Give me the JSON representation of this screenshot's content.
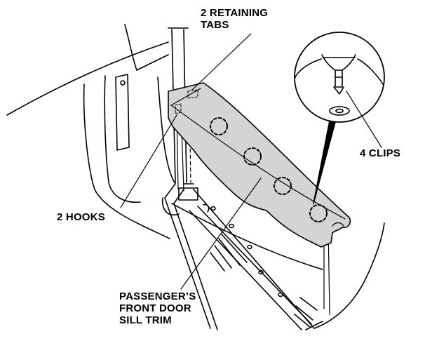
{
  "labels": {
    "retaining_tabs": [
      "2 RETAINING",
      "TABS"
    ],
    "clips": "4 CLIPS",
    "hooks": "2 HOOKS",
    "sill_trim": [
      "PASSENGER’S",
      "FRONT DOOR",
      "SILL TRIM"
    ]
  },
  "colors": {
    "line": "#000000",
    "trim_fill": "#d4d4d4",
    "background": "#ffffff"
  }
}
